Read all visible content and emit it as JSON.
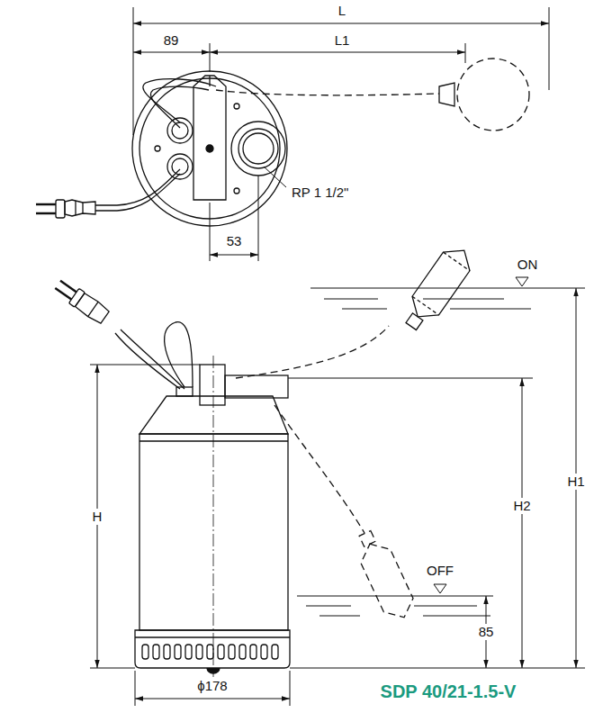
{
  "diagram": {
    "title": "SDP 40/21-1.5-V",
    "labels": [
      "L",
      "89",
      "L1",
      "RP 1 1/2\"",
      "53",
      "ON",
      "H",
      "H2",
      "H1",
      "OFF",
      "85",
      "ϕ178"
    ]
  }
}
